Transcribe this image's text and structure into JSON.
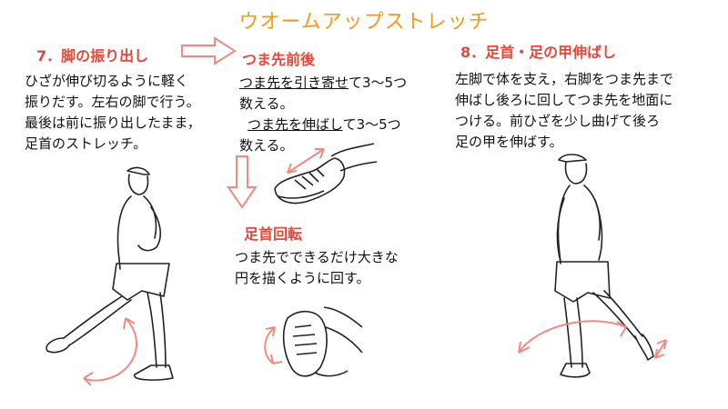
{
  "title": "ウオームアップストレッチ",
  "sections": {
    "leg_swing": {
      "heading": "7．脚の振り出し",
      "lines": [
        "ひざが伸び切るように軽く",
        "振りだす。左右の脚で行う。",
        "最後は前に振り出したまま，",
        "足首のストレッチ。"
      ]
    },
    "toe_front_back": {
      "heading": "つま先前後",
      "line1_underlined": "つま先を引き寄せ",
      "line1_rest": "て3〜5つ",
      "line2": "数える。",
      "line3_underlined": "つま先を伸ばし",
      "line3_rest": "て3〜5つ",
      "line4": "数える。"
    },
    "ankle_rotation": {
      "heading": "足首回転",
      "lines": [
        "つま先でできるだけ大きな",
        "円を描くように回す。"
      ]
    },
    "instep_stretch": {
      "heading": "8．足首・足の甲伸ばし",
      "lines": [
        "左脚で体を支え，右脚をつま先まで",
        "伸ばし後ろに回してつま先を地面に",
        "つける。前ひざを少し曲げて後ろ",
        "足の甲を伸ばす。"
      ]
    }
  },
  "colors": {
    "title": "#f39a1b",
    "heading": "#e8473a",
    "arrow": "#f08a80",
    "line_art": "#222222"
  }
}
